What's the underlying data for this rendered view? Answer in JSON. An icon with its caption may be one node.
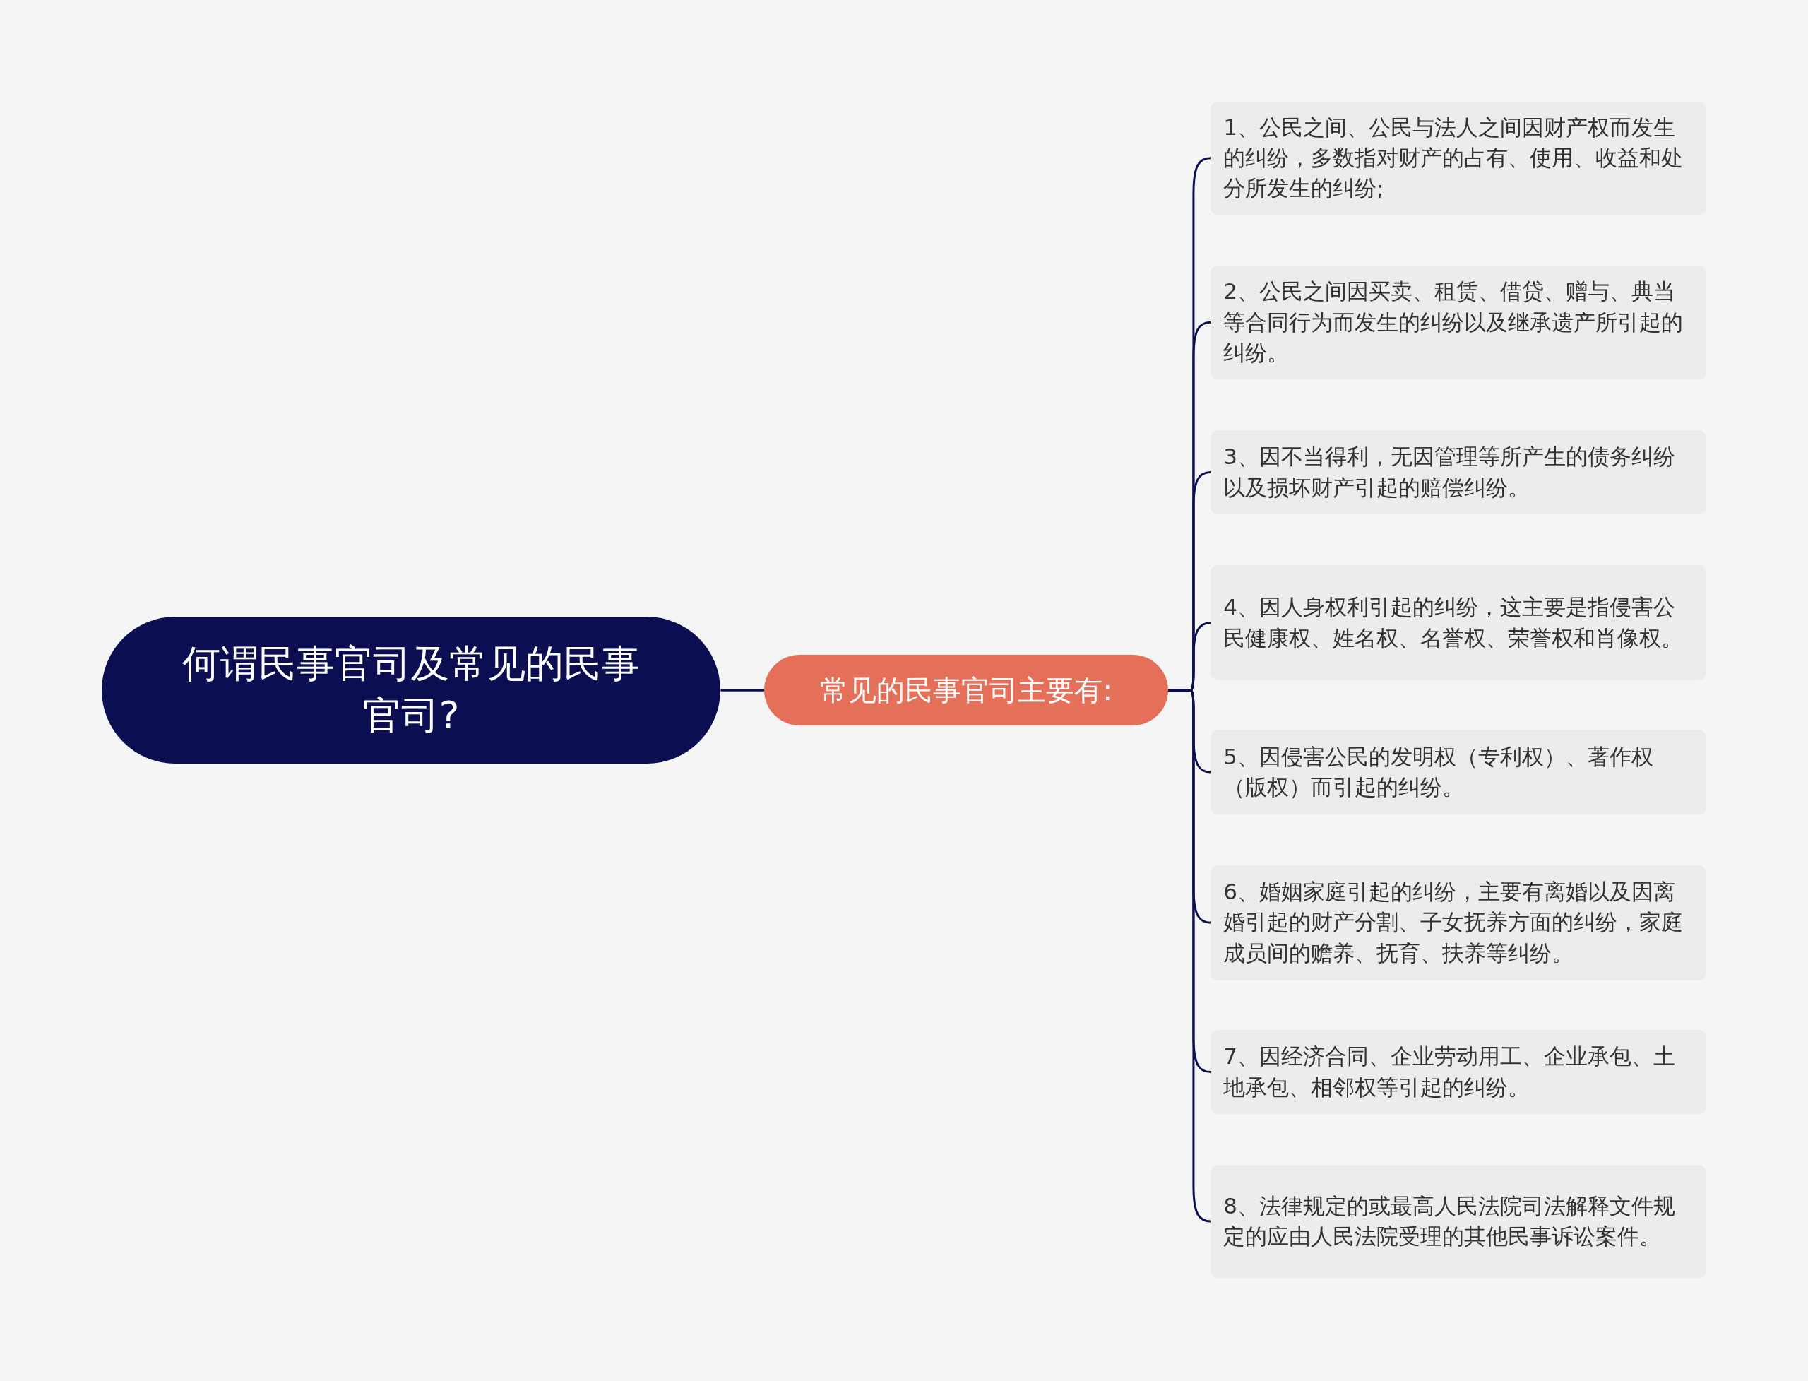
{
  "diagram": {
    "nodes": [
      {
        "text": [
          "何谓民事官司及常见的民事官司?"
        ]
      },
      {
        "text": [
          "常见的民事官司主要有:"
        ]
      },
      {
        "text": [
          "1、公民之间、公民与法人之间因财产权而发生的纠纷，多数指对财产的占有、使用、收益和处分所发生的纠纷;"
        ]
      },
      {
        "text": [
          "2、公民之间因买卖、租赁、借贷、赠与、典当等合同行为而发生的纠纷以及继承遗产所引起的纠纷。"
        ]
      },
      {
        "text": [
          "3、因不当得利，无因管理等所产生的债务纠纷以及损坏财产引起的赔偿纠纷。"
        ]
      },
      {
        "text": [
          "4、因人身权利引起的纠纷，这主要是指侵害公民健康权、姓名权、名誉权、荣誉权和肖像权。"
        ]
      },
      {
        "text": [
          "5、因侵害公民的发明权（专利权）、著作权（版权）而引起的纠纷。"
        ]
      },
      {
        "text": [
          "6、婚姻家庭引起的纠纷，主要有离婚以及因离婚引起的财产分割、子女抚养方面的纠纷，家庭成员间的赡养、抚育、扶养等纠纷。"
        ]
      },
      {
        "text": [
          "7、因经济合同、企业劳动用工、企业承包、土地承包、相邻权等引起的纠纷。"
        ]
      },
      {
        "text": [
          "8、法律规定的或最高人民法院司法解释文件规定的应由人民法院受理的其他民事诉讼案件。"
        ]
      }
    ],
    "edges": [
      {
        "from": 0,
        "to": 1,
        "arrow": "none"
      },
      {
        "from": 1,
        "to": 2,
        "arrow": "none"
      },
      {
        "from": 1,
        "to": 3,
        "arrow": "none"
      },
      {
        "from": 1,
        "to": 4,
        "arrow": "none"
      },
      {
        "from": 1,
        "to": 5,
        "arrow": "none"
      },
      {
        "from": 1,
        "to": 6,
        "arrow": "none"
      },
      {
        "from": 1,
        "to": 7,
        "arrow": "none"
      },
      {
        "from": 1,
        "to": 8,
        "arrow": "none"
      },
      {
        "from": 1,
        "to": 9,
        "arrow": "none"
      }
    ]
  }
}
